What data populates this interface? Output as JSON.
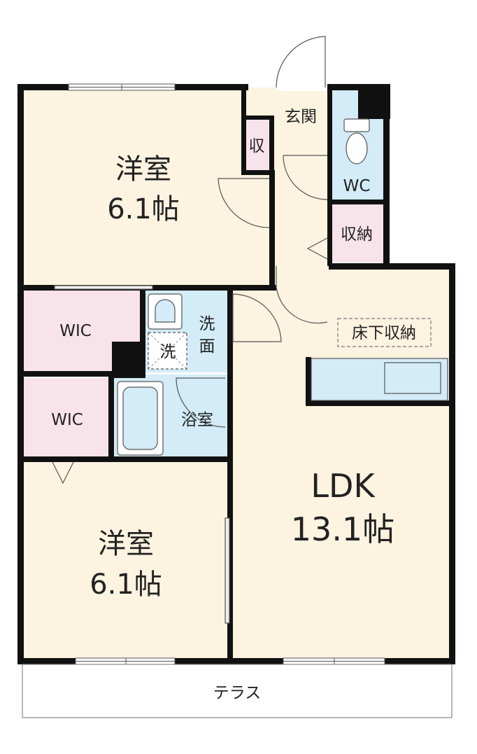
{
  "rooms": {
    "bedroom1": {
      "name": "洋室",
      "size": "6.1帖"
    },
    "bedroom2": {
      "name": "洋室",
      "size": "6.1帖"
    },
    "ldk": {
      "name": "LDK",
      "size": "13.1帖"
    },
    "entrance": "玄関",
    "storage_small": "収",
    "storage": "収納",
    "wc": "WC",
    "wic_upper": "WIC",
    "wic_lower": "WIC",
    "washbasin_line1": "洗",
    "washbasin_line2": "面",
    "washer": "洗",
    "bathroom": "浴室",
    "underfloor_storage": "床下収納",
    "terrace": "テラス"
  },
  "colors": {
    "room_floor": "#fdf3e1",
    "closet": "#f9e3ea",
    "wet_area": "#d3ecf7",
    "wall": "#111111"
  }
}
